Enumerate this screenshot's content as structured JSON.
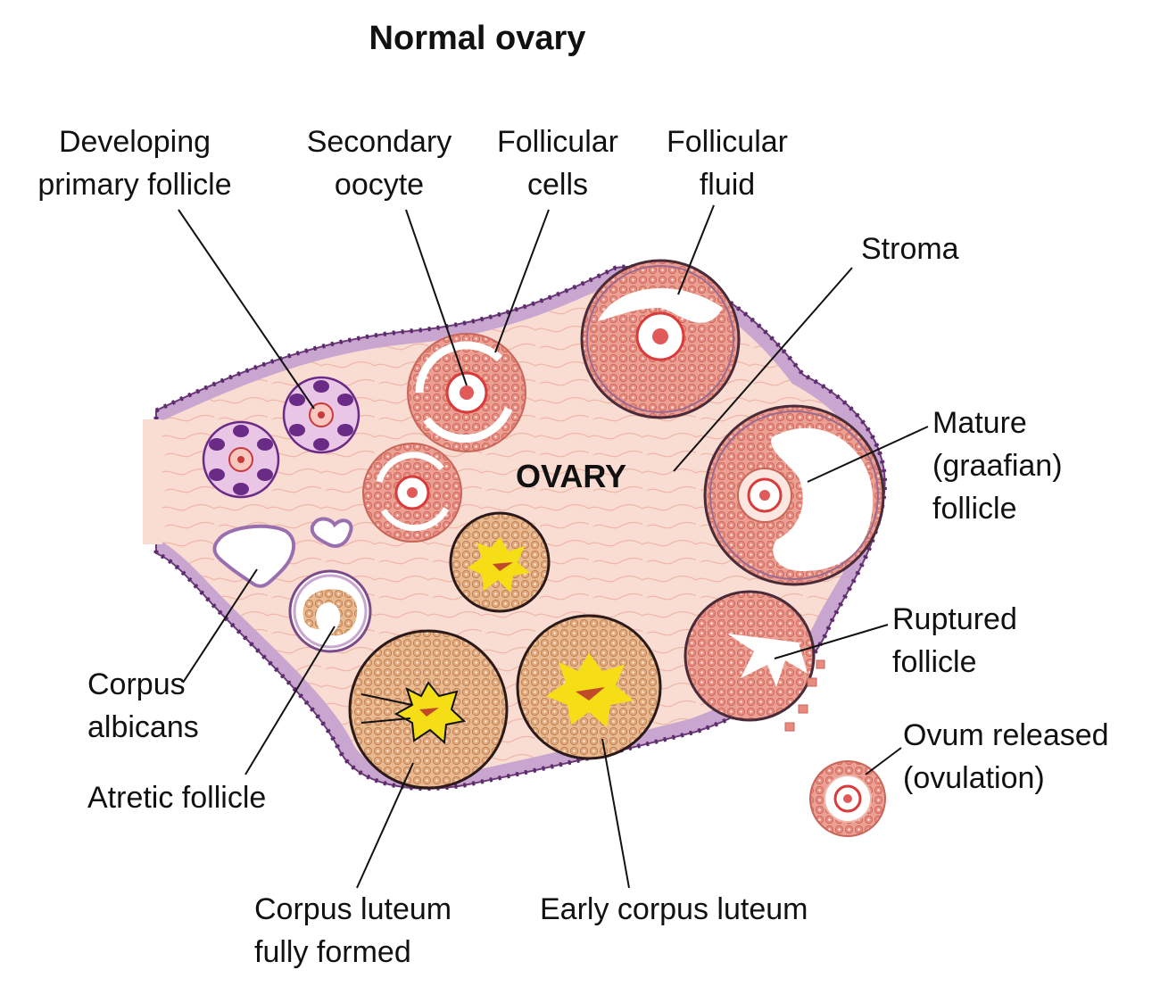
{
  "title": "Normal ovary",
  "organ_label": "OVARY",
  "labels": {
    "developing_primary_follicle": [
      "Developing",
      "primary follicle"
    ],
    "secondary_oocyte": [
      "Secondary",
      "oocyte"
    ],
    "follicular_cells": [
      "Follicular",
      "cells"
    ],
    "follicular_fluid": [
      "Follicular",
      "fluid"
    ],
    "stroma": [
      "Stroma"
    ],
    "mature_follicle": [
      "Mature",
      "(graafian)",
      "follicle"
    ],
    "ruptured_follicle": [
      "Ruptured",
      "follicle"
    ],
    "ovum_released": [
      "Ovum released",
      "(ovulation)"
    ],
    "corpus_albicans": [
      "Corpus",
      "albicans"
    ],
    "atretic_follicle": [
      "Atretic follicle"
    ],
    "corpus_luteum_fully_formed": [
      "Corpus luteum",
      "fully formed"
    ],
    "early_corpus_luteum": [
      "Early corpus luteum"
    ]
  },
  "colors": {
    "stroma": "#f9dcd2",
    "stroma_fibers": "#f0b6a8",
    "surface_cells": "#c09ac8",
    "surface_nuclei": "#5e2a6e",
    "granulosa": "#e89a8e",
    "granulosa_dark": "#c9665a",
    "oocyte_ring": "#d93a3a",
    "luteal": "#e7b58e",
    "luteal_core": "#f5de15",
    "primary_follicle": "#e9c6e6",
    "primary_nuclei": "#6a2b86"
  }
}
